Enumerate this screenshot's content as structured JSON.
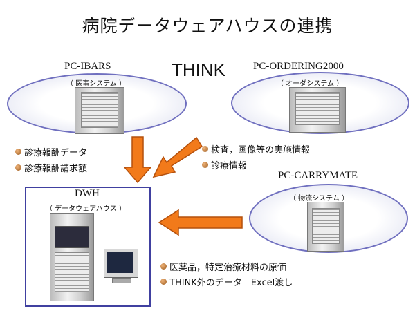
{
  "title": "病院データウェアハウスの連携",
  "think_label": "THINK",
  "systems": {
    "ibars": {
      "name": "PC-IBARS",
      "subtitle": "（ 医事システム ）"
    },
    "ordering": {
      "name": "PC-ORDERING2000",
      "subtitle": "（ オーダシステム ）"
    },
    "carrymate": {
      "name": "PC-CARRYMATE",
      "subtitle": "（ 物流システム ）"
    },
    "dwh": {
      "name": "DWH",
      "subtitle": "（ データウェアハウス ）"
    }
  },
  "flows": {
    "ibars_items": [
      "診療報酬データ",
      "診療報酬請求額"
    ],
    "ordering_items": [
      "検査，画像等の実施情報",
      "診療情報"
    ],
    "carrymate_items": [
      "医薬品，特定治療材料の原価",
      "THINK外のデータ　Excel渡し"
    ]
  },
  "colors": {
    "arrow_fill": "#f27a1a",
    "arrow_stroke": "#b4500c",
    "ellipse_border": "#6f6fbf",
    "dwh_border": "#4040a0"
  }
}
